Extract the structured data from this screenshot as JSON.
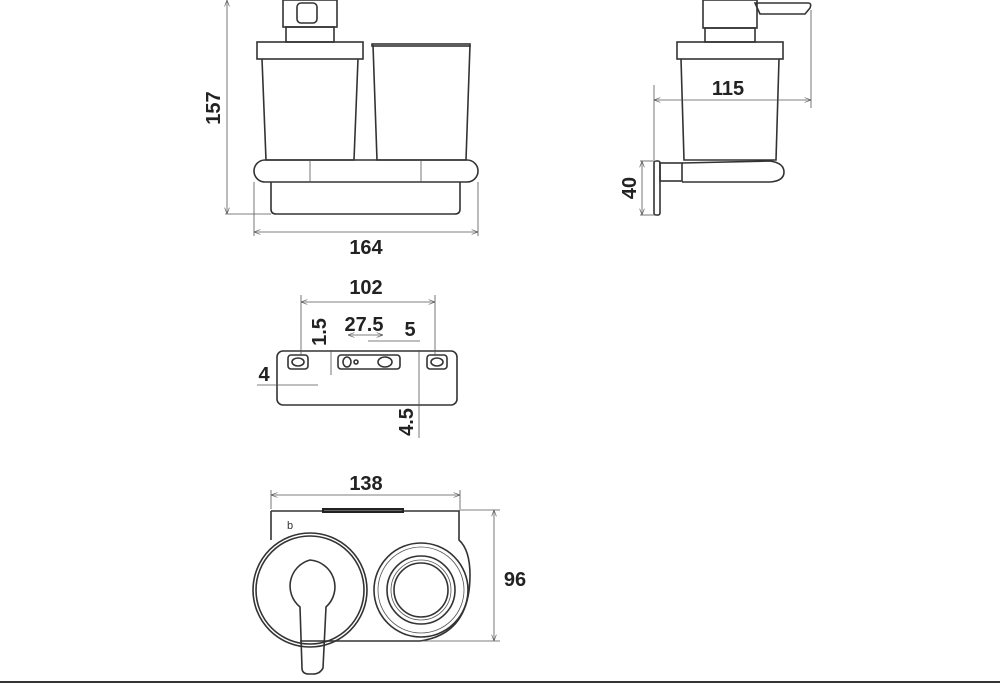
{
  "drawing": {
    "front_view": {
      "height": "157",
      "width": "164"
    },
    "side_view": {
      "depth": "115",
      "bracket_height": "40"
    },
    "mounting_plate": {
      "hole_span": "102",
      "slot_offset": "1.5",
      "slot_spacing": "27.5",
      "slot_width": "5",
      "edge_offset": "4",
      "bottom_offset": "4.5"
    },
    "top_view": {
      "width": "138",
      "depth": "96"
    }
  }
}
